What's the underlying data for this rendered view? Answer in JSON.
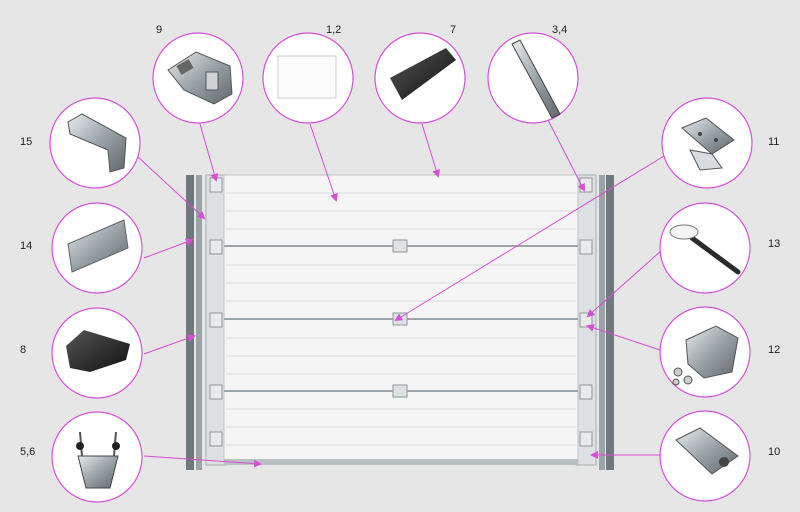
{
  "callouts": [
    {
      "key": "c9",
      "label": "9",
      "part": "hinge-bracket-icon"
    },
    {
      "key": "c12a",
      "label": "1,2",
      "part": "panel-sample-icon"
    },
    {
      "key": "c7",
      "label": "7",
      "part": "rubber-seal-icon"
    },
    {
      "key": "c34",
      "label": "3,4",
      "part": "rail-profile-icon"
    },
    {
      "key": "c11",
      "label": "11",
      "part": "intermediate-hinge-icon"
    },
    {
      "key": "c13",
      "label": "13",
      "part": "roller-shaft-icon"
    },
    {
      "key": "c12",
      "label": "12",
      "part": "top-roller-bracket-icon"
    },
    {
      "key": "c10",
      "label": "10",
      "part": "bottom-bracket-icon"
    },
    {
      "key": "c15",
      "label": "15",
      "part": "side-profile-icon"
    },
    {
      "key": "c14",
      "label": "14",
      "part": "track-profile-icon"
    },
    {
      "key": "c8",
      "label": "8",
      "part": "side-seal-icon"
    },
    {
      "key": "c56",
      "label": "5,6",
      "part": "cable-bracket-icon"
    }
  ],
  "colors": {
    "circle_stroke": "#d64fd6",
    "pointer": "#d64fd6",
    "panel": "#f4f4f4",
    "frame": "#8a9296",
    "background": "#e6e6e6"
  }
}
